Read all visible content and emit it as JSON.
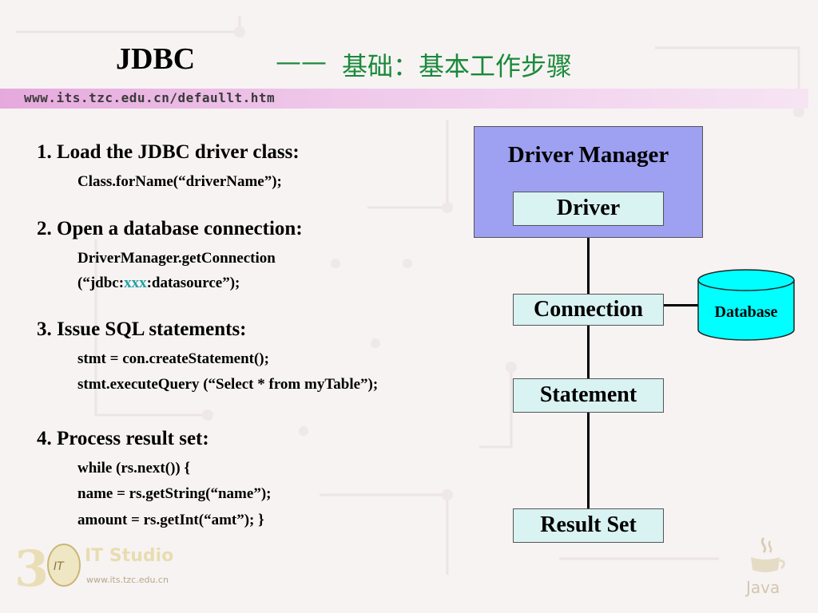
{
  "slide": {
    "title": "JDBC",
    "dash": "——",
    "subtitle": "基础：基本工作步骤",
    "url": "www.its.tzc.edu.cn/defaullt.htm"
  },
  "steps": [
    {
      "heading": "1. Load the JDBC driver class:",
      "lines": [
        "Class.forName(“driverName”);"
      ]
    },
    {
      "heading": "2. Open a database connection:",
      "lines": [
        "DriverManager.getConnection",
        "(“jdbc:",
        "xxx",
        ":datasource”);"
      ]
    },
    {
      "heading": "3. Issue SQL statements:",
      "lines": [
        "stmt = con.createStatement();",
        "stmt.executeQuery (“Select * from myTable”);"
      ]
    },
    {
      "heading": "4. Process result set:",
      "lines": [
        "while (rs.next()) {",
        "name = rs.getString(“name”);",
        "amount = rs.getInt(“amt”); }"
      ]
    }
  ],
  "diagram": {
    "driver_manager": "Driver Manager",
    "driver": "Driver",
    "connection": "Connection",
    "database": "Database",
    "statement": "Statement",
    "result_set": "Result Set"
  },
  "logos": {
    "studio_name": "IT Studio",
    "studio_url": "www.its.tzc.edu.cn",
    "java": "Java"
  },
  "colors": {
    "subtitle": "#1a8a3a",
    "highlight": "#20a0a8",
    "driver_manager_fill": "#9ea0f2",
    "box_fill": "#d9f2f2",
    "database_fill": "#00ffff"
  }
}
